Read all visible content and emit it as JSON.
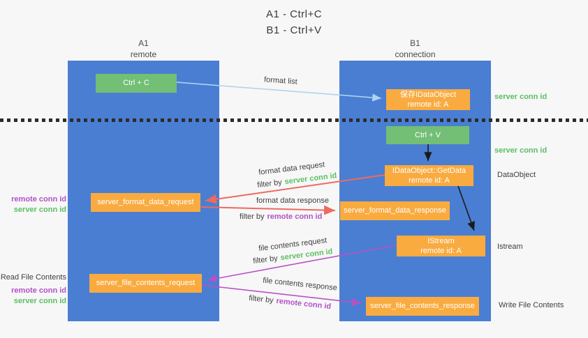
{
  "title": {
    "line1": "A1 - Ctrl+C",
    "line2": "B1 - Ctrl+V"
  },
  "lifelines": {
    "a1": {
      "name": "A1",
      "role": "remote"
    },
    "b1": {
      "name": "B1",
      "role": "connection"
    }
  },
  "nodes": {
    "ctrl_c": {
      "label": "Ctrl + C"
    },
    "ctrl_v": {
      "label": "Ctrl + V"
    },
    "save_idataobject": {
      "line1": "保存IDataObject",
      "line2": "remote id: A"
    },
    "idataobject_getdata": {
      "line1": "IDataObject::GetData",
      "line2": "remote id: A"
    },
    "istream": {
      "line1": "IStream",
      "line2": "remote id: A"
    },
    "server_format_data_request": {
      "label": "server_format_data_request"
    },
    "server_format_data_response": {
      "label": "server_format_data_response"
    },
    "server_file_contents_request": {
      "label": "server_file_contents_request"
    },
    "server_file_contents_response": {
      "label": "server_file_contents_response"
    }
  },
  "annotations": {
    "server_conn_id_top": "server conn id",
    "server_conn_id_mid": "server conn id",
    "dataobject": "DataObject",
    "istream": "Istream",
    "write_file_contents": "Write File Contents",
    "read_file_contents": "Read File Contents",
    "left_remote_conn_id_1": "remote conn id",
    "left_server_conn_id_1": "server conn id",
    "left_remote_conn_id_2": "remote conn id",
    "left_server_conn_id_2": "server conn id"
  },
  "arrow_labels": {
    "format_list": "format list",
    "format_data_request": "format data request",
    "format_data_response": "format data response",
    "file_contents_request": "file contents request",
    "file_contents_response": "file contents response",
    "filter_prefix": "filter by",
    "filter_server_conn_id": "server conn id",
    "filter_remote_conn_id": "remote conn id"
  },
  "colors": {
    "background": "#f7f7f7",
    "lifeline_blue": "#4a7ed2",
    "node_green": "#72bf75",
    "node_orange": "#f9ab40",
    "green_text": "#5abf63",
    "purple_text": "#b052c6",
    "red_arrow": "#ed6a60",
    "magenta_arrow": "#bb50c6",
    "light_blue_arrow": "#aed3ee",
    "black_arrow": "#1a1a1a"
  }
}
